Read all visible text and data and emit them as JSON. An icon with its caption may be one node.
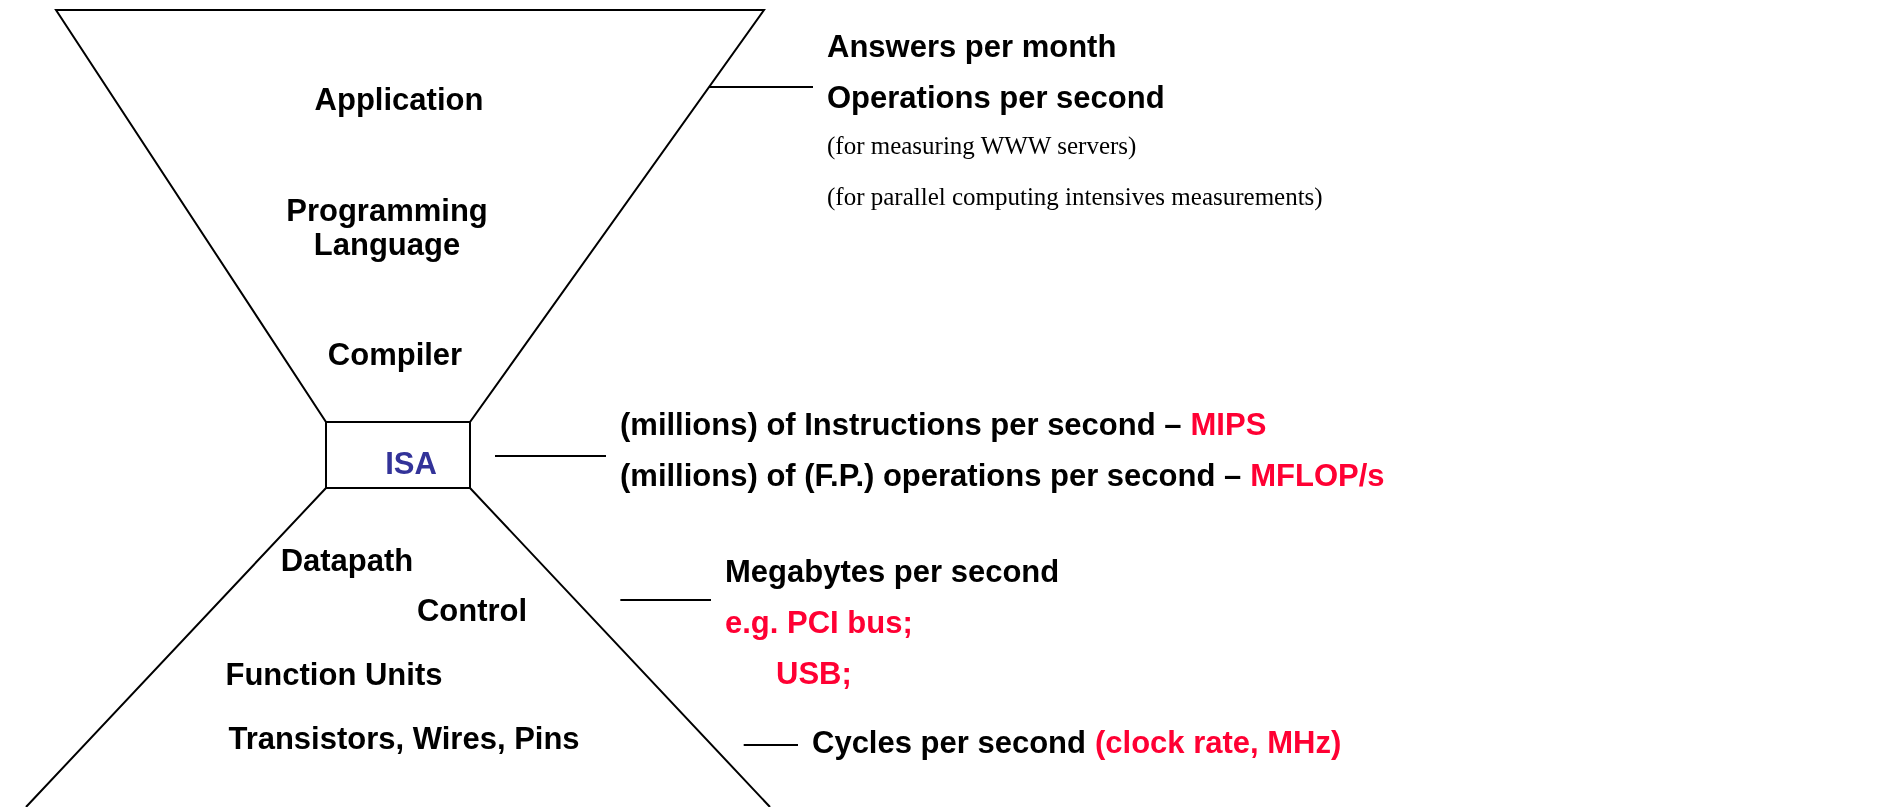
{
  "diagram": {
    "nodes": [
      {
        "text": [
          "Application",
          "Programming Language",
          "Compiler"
        ]
      },
      {
        "text": [
          "ISA"
        ]
      },
      {
        "text": [
          "Datapath",
          "Control",
          "Function Units",
          "Transistors, Wires, Pins"
        ]
      },
      {
        "text": [
          "Answers per month",
          "Operations per second",
          "(for measuring WWW servers)",
          "(for parallel computing intensives measurements)"
        ]
      },
      {
        "text": [
          "(millions) of Instructions per second –",
          "MIPS",
          "(millions) of (F.P.) operations per second –",
          "MFLOP/s"
        ]
      },
      {
        "text": [
          "Megabytes per second",
          "e.g. PCI bus;",
          "USB;"
        ]
      },
      {
        "text": [
          "Cycles per second",
          "(clock rate, MHz)"
        ]
      }
    ],
    "edges": [
      {
        "from": 0,
        "to": 3,
        "arrow": "none"
      },
      {
        "from": 1,
        "to": 4,
        "arrow": "none"
      },
      {
        "from": 2,
        "to": 5,
        "arrow": "none"
      },
      {
        "from": 2,
        "to": 6,
        "arrow": "none"
      }
    ]
  }
}
